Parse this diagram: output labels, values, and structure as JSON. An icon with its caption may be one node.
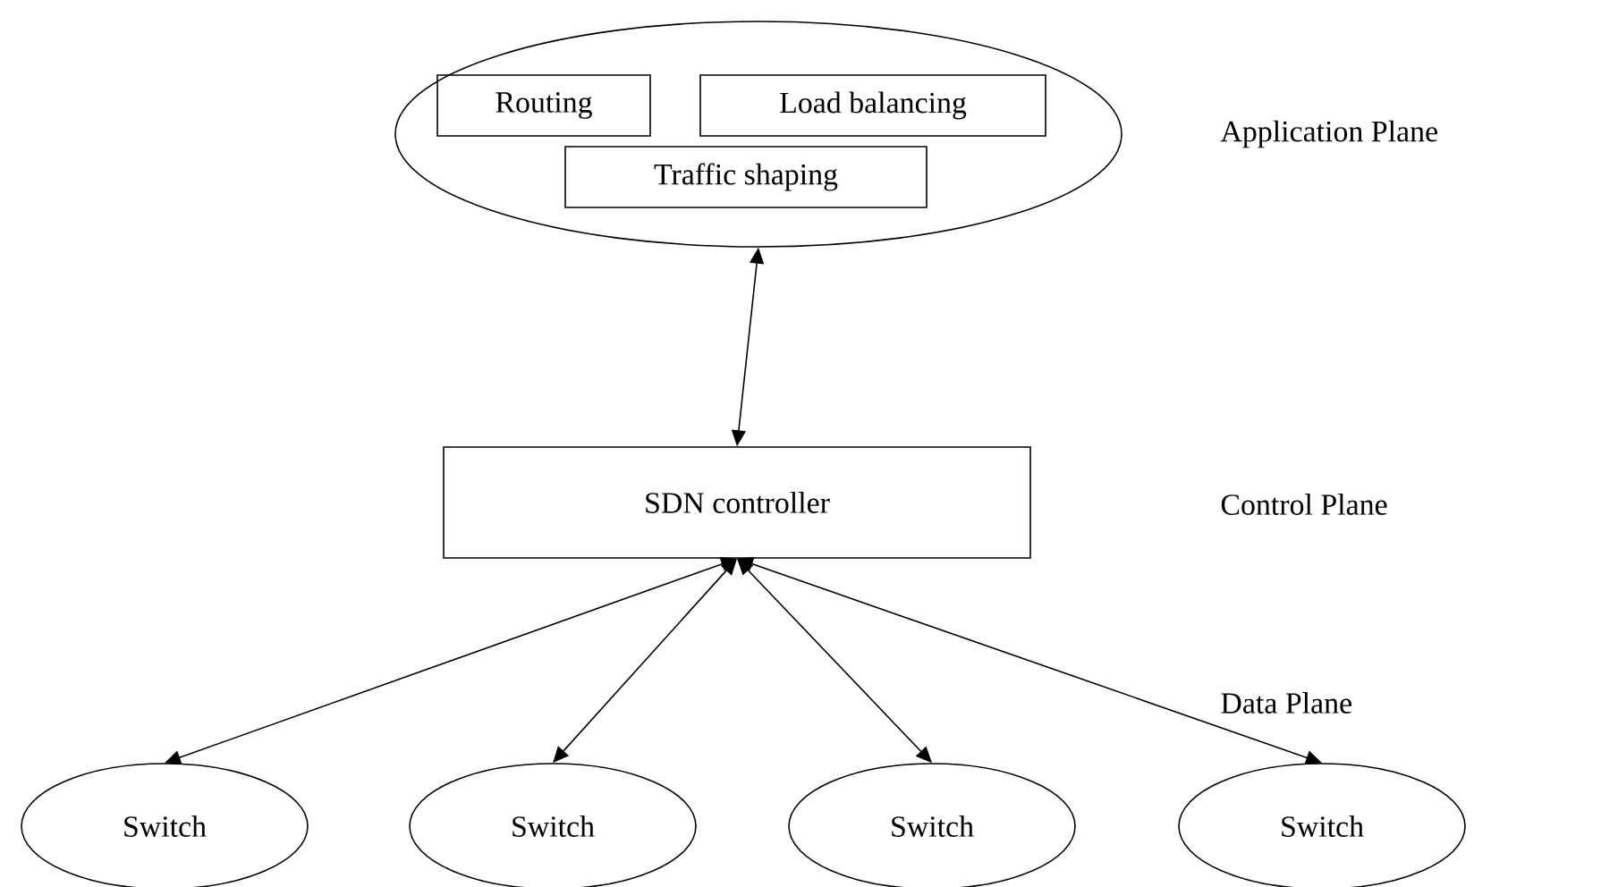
{
  "diagram": {
    "nodes": [
      {
        "text": [],
        "shape": "ellipse"
      },
      {
        "text": [
          "Routing"
        ],
        "in": 0
      },
      {
        "text": [
          "Load balancing"
        ],
        "in": 0
      },
      {
        "text": [
          "Traffic shaping"
        ],
        "in": 0
      },
      {
        "text": [
          "SDN controller"
        ]
      },
      {
        "text": [
          "Switch"
        ]
      },
      {
        "text": [
          "Switch"
        ]
      },
      {
        "text": [
          "Switch"
        ]
      },
      {
        "text": [
          "Switch"
        ]
      }
    ],
    "edges": [
      {
        "from": 0,
        "to": 4,
        "arrow": "both"
      },
      {
        "from": 4,
        "to": 5,
        "arrow": "both"
      },
      {
        "from": 4,
        "to": 6,
        "arrow": "both"
      },
      {
        "from": 4,
        "to": 7,
        "arrow": "both"
      },
      {
        "from": 4,
        "to": 8,
        "arrow": "both"
      }
    ],
    "labels": [
      "Application Plane",
      "Control Plane",
      "Data Plane"
    ]
  }
}
